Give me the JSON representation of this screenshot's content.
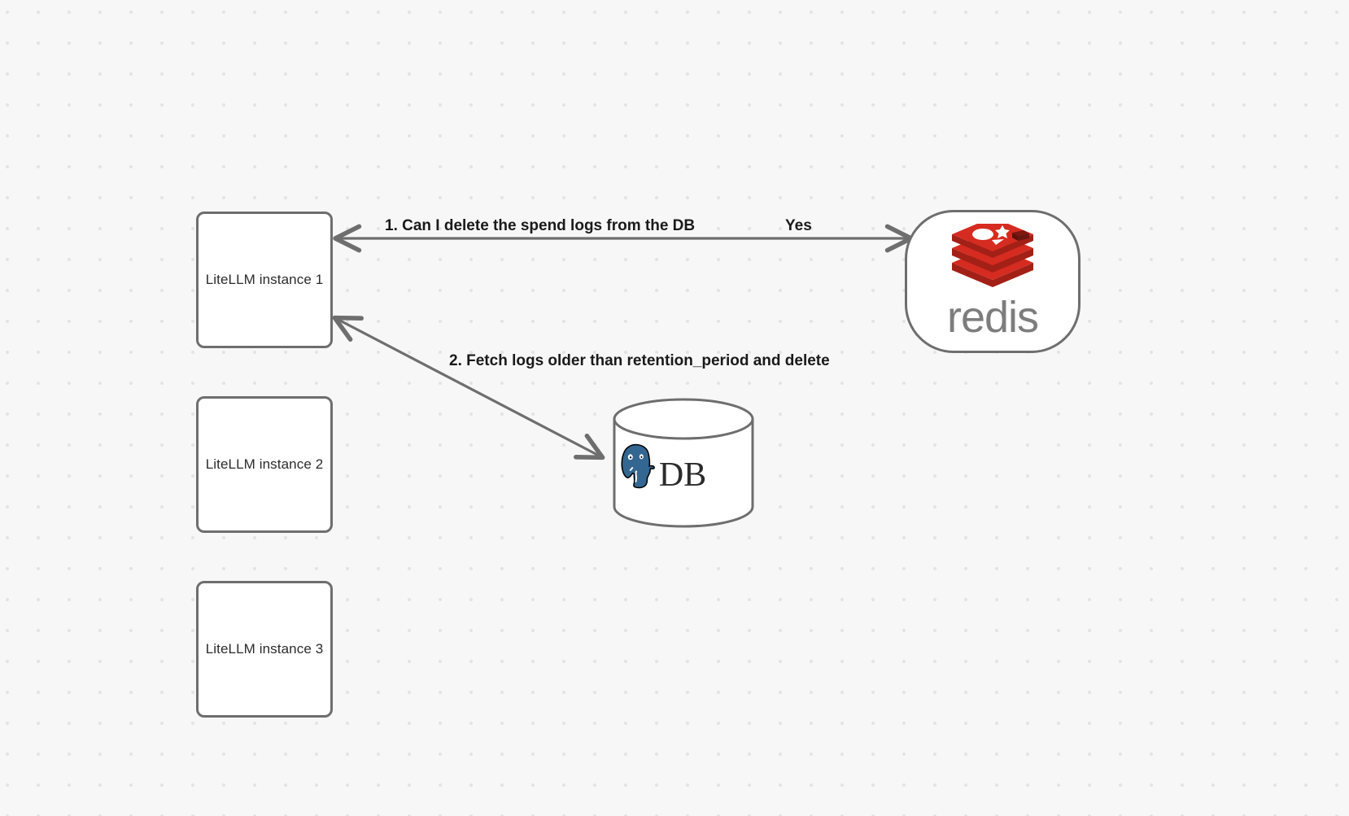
{
  "canvas": {
    "background_color": "#f7f7f7",
    "grid_dot_color": "#e4e4e4"
  },
  "nodes": {
    "instances": [
      {
        "id": "litellm-instance-1",
        "label": "LiteLLM instance 1"
      },
      {
        "id": "litellm-instance-2",
        "label": "LiteLLM instance 2"
      },
      {
        "id": "litellm-instance-3",
        "label": "LiteLLM instance 3"
      }
    ],
    "redis": {
      "label": "redis",
      "logo_color": "#d62b20",
      "logo_shadow_color": "#a32017",
      "wordmark_color": "#7d7d7d",
      "icon_name": "redis-logo-icon"
    },
    "database": {
      "label": "DB",
      "logo_color": "#336791",
      "icon_name": "postgresql-elephant-icon"
    }
  },
  "edges": {
    "edge_1": {
      "label": "1.  Can I delete the spend logs from the DB",
      "answer_label": "Yes",
      "from": "litellm-instance-1",
      "to": "redis",
      "direction": "bidirectional",
      "color": "#6e6e6e"
    },
    "edge_2": {
      "label": "2.  Fetch logs older than retention_period and delete",
      "from": "litellm-instance-1",
      "to": "database",
      "direction": "bidirectional",
      "color": "#6e6e6e"
    }
  }
}
